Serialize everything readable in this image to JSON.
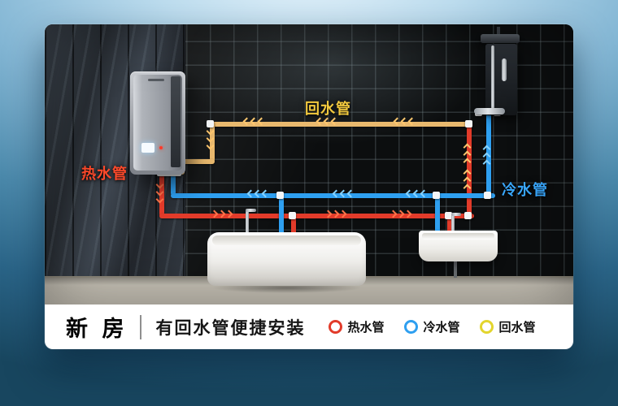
{
  "scene": {
    "pipe_labels": {
      "return": "回水管",
      "hot": "热水管",
      "cold": "冷水管"
    },
    "colors": {
      "hot": "#e23b2a",
      "cold": "#2e9ff0",
      "return": "#e9b96e",
      "hot-label": "#ff4a2b",
      "cold-label": "#3aa9ff",
      "return-label": "#f2c93e",
      "legend-return": "#e3d52e"
    },
    "fixtures": [
      "water-heater",
      "shower",
      "bathtub",
      "sink"
    ]
  },
  "caption": {
    "title": "新 房",
    "subtitle": "有回水管便捷安装",
    "legend": [
      {
        "label": "热水管"
      },
      {
        "label": "冷水管"
      },
      {
        "label": "回水管"
      }
    ]
  }
}
